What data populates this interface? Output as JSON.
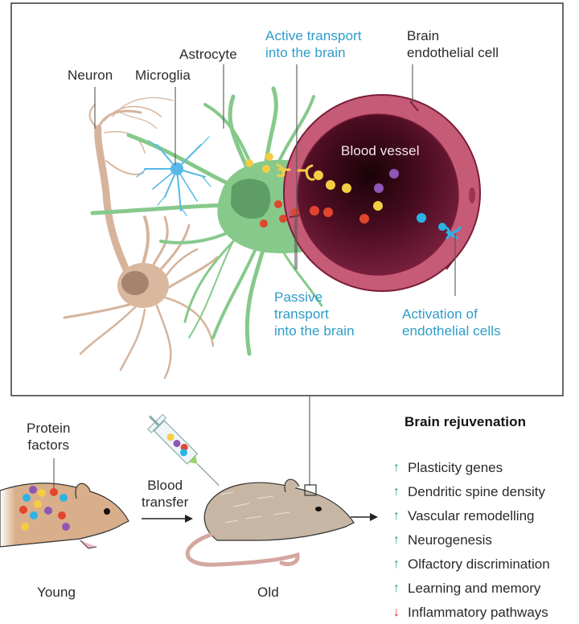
{
  "colors": {
    "accent_blue": "#2f9cc9",
    "up_arrow": "#1fa25c",
    "down_arrow": "#d9252f",
    "astrocyte_green": "#86c98b",
    "neuron_tan": "#d7b7a0",
    "microglia_blue": "#56b9e6",
    "vessel_wall": "#c65b78",
    "vessel_lumen": "#5a1128",
    "factor_yellow": "#f5cd45",
    "factor_red": "#e2452e",
    "factor_purple": "#8e57b5",
    "factor_cyan": "#2ab4e6"
  },
  "panel": {
    "labels": {
      "neuron": "Neuron",
      "microglia": "Microglia",
      "astrocyte": "Astrocyte",
      "active_transport": [
        "Active transport",
        "into the brain"
      ],
      "endothelial_cell": [
        "Brain",
        "endothelial cell"
      ],
      "blood_vessel": "Blood vessel",
      "passive_transport": [
        "Passive",
        "transport",
        "into the brain"
      ],
      "activation": [
        "Activation of",
        "endothelial cells"
      ]
    }
  },
  "bottom": {
    "protein_factors": [
      "Protein",
      "factors"
    ],
    "blood_transfer": [
      "Blood",
      "transfer"
    ],
    "young_label": "Young",
    "old_label": "Old",
    "outcomes_title": "Brain rejuvenation",
    "outcomes": [
      {
        "direction": "up",
        "symbol": "↑",
        "text": "Plasticity genes"
      },
      {
        "direction": "up",
        "symbol": "↑",
        "text": "Dendritic spine density"
      },
      {
        "direction": "up",
        "symbol": "↑",
        "text": "Vascular remodelling"
      },
      {
        "direction": "up",
        "symbol": "↑",
        "text": "Neurogenesis"
      },
      {
        "direction": "up",
        "symbol": "↑",
        "text": "Olfactory discrimination"
      },
      {
        "direction": "up",
        "symbol": "↑",
        "text": "Learning and memory"
      },
      {
        "direction": "down",
        "symbol": "↓",
        "text": "Inflammatory pathways"
      }
    ]
  }
}
